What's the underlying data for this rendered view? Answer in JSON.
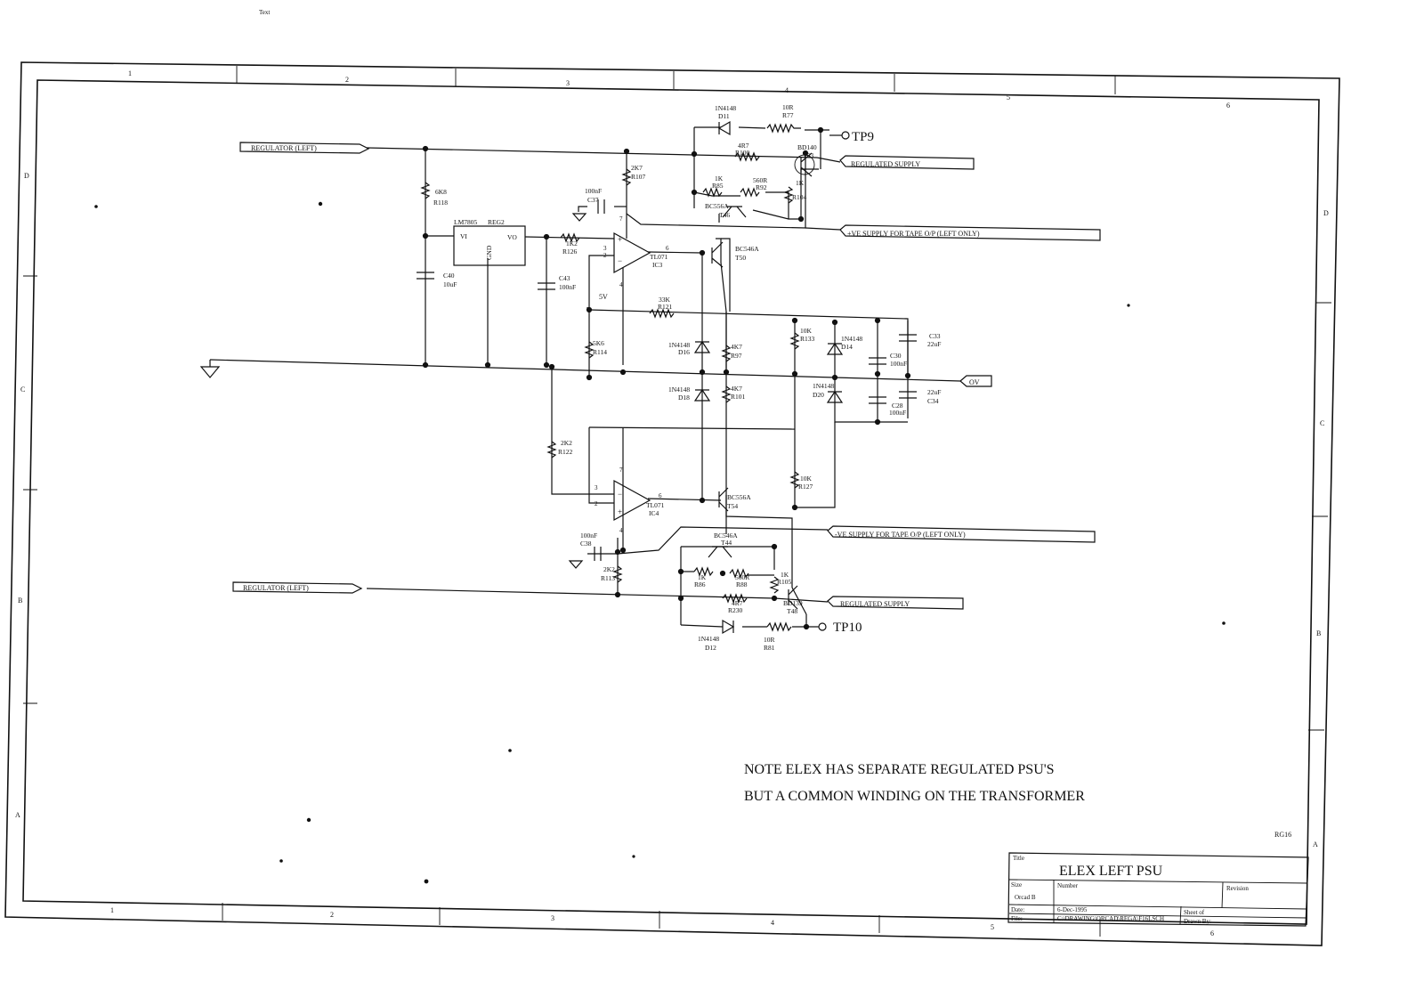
{
  "corner_text": "Text",
  "border": {
    "cols_top": [
      "1",
      "2",
      "3",
      "4",
      "5",
      "6"
    ],
    "cols_bottom": [
      "1",
      "2",
      "3",
      "4",
      "5",
      "6"
    ],
    "rows_left": [
      "D",
      "C",
      "B",
      "A"
    ],
    "rows_right": [
      "D",
      "C",
      "B",
      "A"
    ]
  },
  "ports": {
    "reg_left_top": "REGULATOR (LEFT)",
    "reg_left_bottom": "REGULATOR (LEFT)",
    "reg_supply_top": "REGULATED SUPPLY",
    "reg_supply_bottom": "REGULATED SUPPLY",
    "pos_tape": "+VE SUPPLY FOR TAPE O/P (LEFT ONLY)",
    "neg_tape": "-VE SUPPLY FOR TAPE O/P (LEFT ONLY)",
    "ov": "OV",
    "tp9": "TP9",
    "tp10": "TP10"
  },
  "parts": {
    "d11": [
      "1N4148",
      "D11"
    ],
    "r77": [
      "10R",
      "R77"
    ],
    "r100": [
      "4R7",
      "R100"
    ],
    "t53": [
      "BD140",
      "T53"
    ],
    "r85": [
      "1K",
      "R85"
    ],
    "r92": [
      "560R",
      "R92"
    ],
    "r104": [
      "1K",
      "R104"
    ],
    "t46": [
      "BC556A",
      "T46"
    ],
    "r107": [
      "2K7",
      "R107"
    ],
    "c37": [
      "100nF",
      "C37"
    ],
    "r118": [
      "6K8",
      "R118"
    ],
    "reg2": [
      "LM7805",
      "REG2"
    ],
    "reg2_pins": [
      "VI",
      "VO",
      "GND"
    ],
    "r126": [
      "1K2",
      "R126"
    ],
    "ic3": [
      "TL071",
      "IC3"
    ],
    "t50": [
      "BC546A",
      "T50"
    ],
    "c40": [
      "C40",
      "10uF"
    ],
    "c43": [
      "C43",
      "100nF"
    ],
    "v5": "5V",
    "r121": [
      "33K",
      "R121"
    ],
    "r114": [
      "5K6",
      "R114"
    ],
    "d16": [
      "1N4148",
      "D16"
    ],
    "r97": [
      "4K7",
      "R97"
    ],
    "r133": [
      "10K",
      "R133"
    ],
    "d14": [
      "1N4148",
      "D14"
    ],
    "c30": [
      "C30",
      "100nF"
    ],
    "c33": [
      "C33",
      "22uF"
    ],
    "d18": [
      "1N4148",
      "D18"
    ],
    "r101": [
      "4K7",
      "R101"
    ],
    "d20": [
      "1N4148",
      "D20"
    ],
    "c28": [
      "C28",
      "100nF"
    ],
    "c34": [
      "22uF",
      "C34"
    ],
    "r122": [
      "2K2",
      "R122"
    ],
    "r127": [
      "10K",
      "R127"
    ],
    "ic4": [
      "TL071",
      "IC4"
    ],
    "t54": [
      "BC556A",
      "T54"
    ],
    "c38": [
      "100nF",
      "C38"
    ],
    "t44": [
      "BC546A",
      "T44"
    ],
    "r113": [
      "2K2",
      "R113"
    ],
    "r86": [
      "1K",
      "R86"
    ],
    "r88": [
      "560R",
      "R88"
    ],
    "r10x": [
      "1K",
      "R105"
    ],
    "r230": [
      "4R7",
      "R230"
    ],
    "t48": [
      "BD139",
      "T48"
    ],
    "d12": [
      "1N4148",
      "D12"
    ],
    "r81": [
      "10R",
      "R81"
    ],
    "pins": [
      "2",
      "3",
      "6",
      "7",
      "4",
      "3",
      "2",
      "6",
      "7",
      "4"
    ]
  },
  "note": {
    "line1": "NOTE ELEX HAS SEPARATE REGULATED PSU'S",
    "line2": "BUT A COMMON WINDING ON THE TRANSFORMER"
  },
  "drawing_ref": "RG16",
  "title_block": {
    "title_label": "Title",
    "title": "ELEX LEFT PSU",
    "size_label": "Size",
    "size_value": "Orcad B",
    "number_label": "Number",
    "revision_label": "Revision",
    "date_label": "Date:",
    "date_value": "6-Dec-1995",
    "file_label": "File:",
    "file_value": "C:\\DRAWING\\ORCAD\\REGA\\F16LSCH",
    "sheet_label": "Sheet of",
    "drawn_label": "Drawn By:"
  }
}
